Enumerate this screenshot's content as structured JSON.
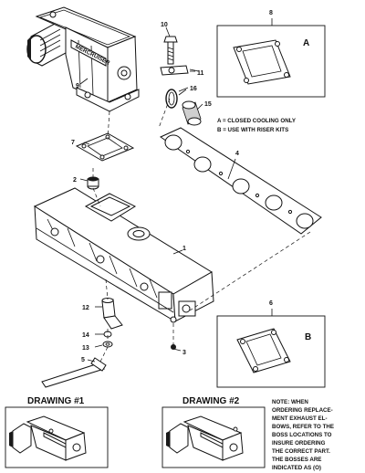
{
  "callouts": {
    "p1": "1",
    "p2": "2",
    "p3": "3",
    "p4": "4",
    "p5": "5",
    "p6": "6",
    "p7": "7",
    "p8": "8",
    "p9": "9",
    "p10": "10",
    "p11": "11",
    "p12": "12",
    "p13": "13",
    "p14": "14",
    "p15": "15",
    "p16": "16"
  },
  "inset_letters": {
    "a": "A",
    "b": "B"
  },
  "legend": {
    "line_a": "A = CLOSED COOLING ONLY",
    "line_b": "B = USE WITH RISER KITS"
  },
  "drawings": {
    "one": "DRAWING #1",
    "two": "DRAWING #2"
  },
  "note": {
    "lines": [
      "NOTE: WHEN",
      "ORDERING REPLACE-",
      "MENT EXHAUST EL-",
      "BOWS, REFER TO THE",
      "BOSS LOCATIONS TO",
      "INSURE ORDERING",
      "THE CORRECT PART.",
      "THE BOSSES ARE",
      "INDICATED AS (O)"
    ]
  },
  "logo_text": "MERCRUISER"
}
